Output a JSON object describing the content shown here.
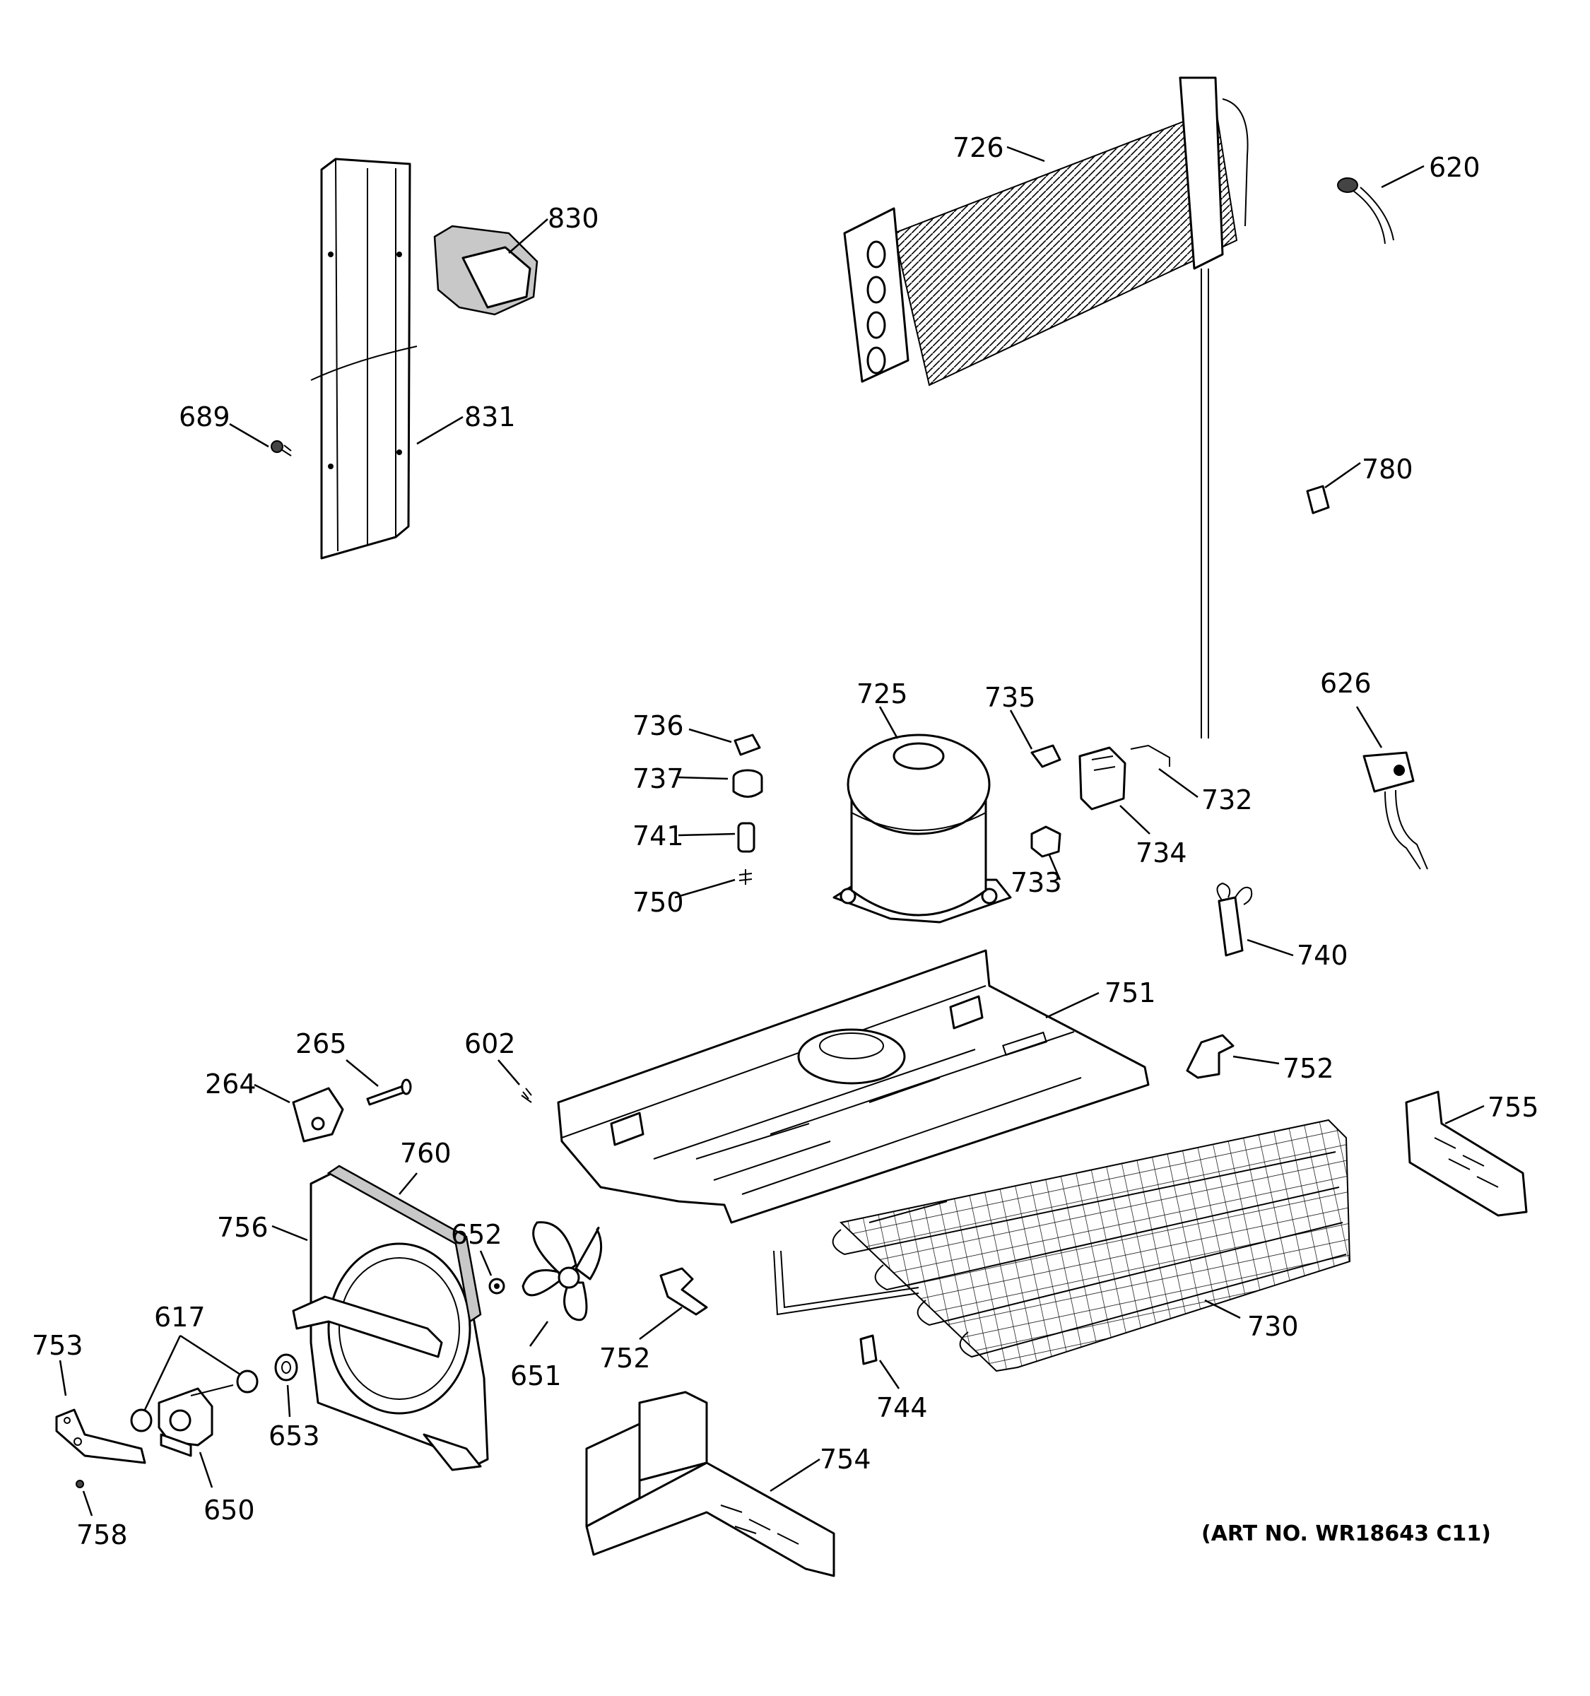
{
  "labels": {
    "p830": "830",
    "p831": "831",
    "p689": "689",
    "p726": "726",
    "p620": "620",
    "p780": "780",
    "p626": "626",
    "p736": "736",
    "p737": "737",
    "p741": "741",
    "p750": "750",
    "p725": "725",
    "p735": "735",
    "p732": "732",
    "p734": "734",
    "p733": "733",
    "p740": "740",
    "p751": "751",
    "p752a": "752",
    "p752b": "752",
    "p755": "755",
    "p265": "265",
    "p264": "264",
    "p602": "602",
    "p760": "760",
    "p756": "756",
    "p652": "652",
    "p651": "651",
    "p617": "617",
    "p753": "753",
    "p653": "653",
    "p650": "650",
    "p758": "758",
    "p730": "730",
    "p744": "744",
    "p754": "754"
  },
  "art_number": "(ART NO. WR18643 C11)"
}
